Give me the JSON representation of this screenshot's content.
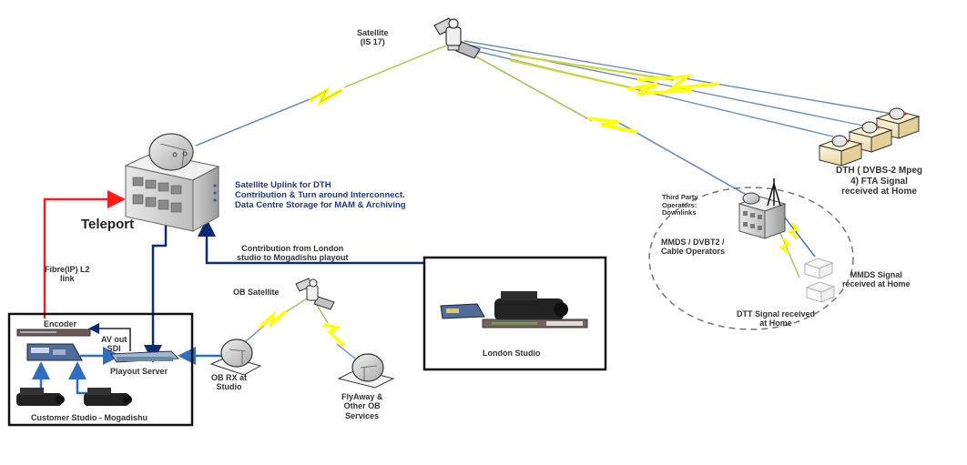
{
  "diagram": {
    "nodes": {
      "satellite_main": {
        "label_line1": "Satellite",
        "label_line2": "(IS 17)"
      },
      "teleport": {
        "label": "Teleport"
      },
      "teleport_services": {
        "line1": "Satellite Uplink for DTH",
        "line2": "Contribution &  Turn around Interconnect.",
        "line3": "Data Centre Storage for MAM & Archiving"
      },
      "dth": {
        "line1": "DTH ( DVBS-2 Mpeg",
        "line2": "4) FTA Signal",
        "line3": "received at Home"
      },
      "third_party": {
        "line1": "Third Party",
        "line2": "Operators:",
        "line3": "Downlinks"
      },
      "mmds_operators": {
        "line1": "MMDS / DVBT2 /",
        "line2": "Cable Operators"
      },
      "mmds_home": {
        "line1": "MMDS Signal",
        "line2": "received at Home"
      },
      "dtt_home": {
        "line1": "DTT Signal received",
        "line2": "at Home"
      },
      "fibre_link": {
        "line1": "Fibre(IP) L2",
        "line2": "link"
      },
      "contribution": {
        "line1": "Contribution from London",
        "line2": "studio to Mogadishu playout"
      },
      "ob_satellite": {
        "label": "OB Satellite"
      },
      "ob_rx": {
        "line1": "OB RX at",
        "line2": "Studio"
      },
      "flyaway": {
        "line1": "FlyAway &",
        "line2": "Other OB",
        "line3": "Services"
      },
      "london_studio": {
        "label": "London Studio"
      },
      "encoder": {
        "label": "Encoder"
      },
      "av_out": {
        "line1": "AV out",
        "line2": "SDI"
      },
      "playout_server": {
        "label": "Playout Server"
      },
      "customer_studio": {
        "label": "Customer Studio - Mogadishu"
      }
    },
    "colors": {
      "fibre_link": "#ff1a1a",
      "contribution_link": "#0d2a7a",
      "local_link": "#2e6fc4",
      "rf_bolt": "#ffff00",
      "rf_line_blue": "#6f8fb8",
      "rf_line_green": "#a8c45a",
      "text_blue": "#1f3a8a"
    }
  }
}
